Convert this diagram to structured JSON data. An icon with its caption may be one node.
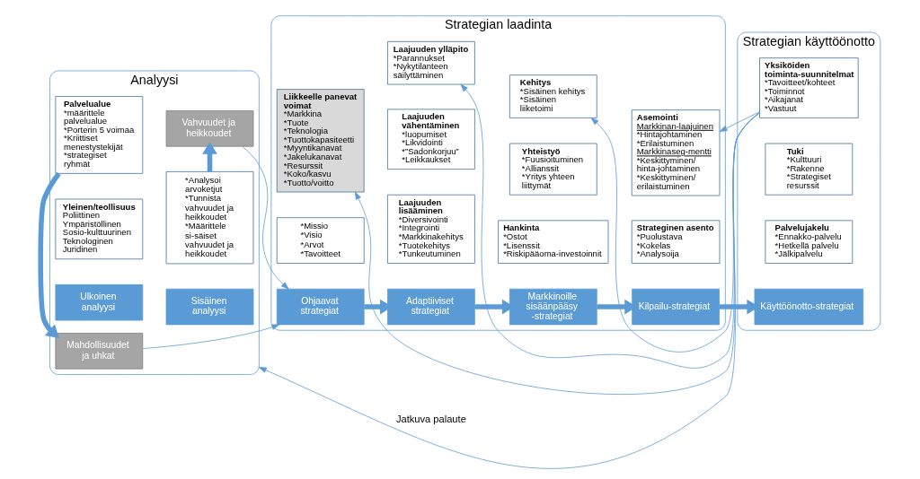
{
  "diagram": {
    "nodes": [
      {
        "text": [
          "Analyysi"
        ]
      },
      {
        "text": [
          "Ulkoinen analyysi"
        ],
        "in": 0
      },
      {
        "text": [
          "Yleinen/teollisuus",
          "Poliittinen",
          "Ympäristöllinen",
          "Sosio-kulttuurinen",
          "Teknologinen",
          "Juridinen"
        ],
        "in": 0
      },
      {
        "text": [
          "Palvelualue",
          "*määrittele palvelualue",
          "*Porterin 5 voimaa",
          "*Kriittiset menestystekijät",
          "*strategiset ryhmät"
        ],
        "in": 0
      },
      {
        "text": [
          "Sisäinen analyysi"
        ],
        "in": 0
      },
      {
        "text": [
          "*Analysoi arvoketjut",
          "*Tunnista vahvuudet ja heikkoudet",
          "*Määrittele si-säiset vahvuudet ja heikkoudet"
        ],
        "in": 0
      },
      {
        "text": [
          "Mahdollisuudet ja uhkat"
        ],
        "in": 0
      },
      {
        "text": [
          "Vahvuudet ja heikkoudet"
        ],
        "in": 0
      },
      {
        "text": [
          "Strategian laadinta"
        ]
      },
      {
        "text": [
          "Ohjaavat strategiat"
        ],
        "in": 8
      },
      {
        "text": [
          "*Missio",
          "*Visio",
          "*Arvot",
          "*Tavoitteet"
        ],
        "in": 8
      },
      {
        "text": [
          "Liikkeelle panevat voimat",
          "*Markkina",
          "*Tuote",
          "*Teknologia",
          "*Tuottokapasiteetti",
          "*Myyntikanavat",
          "*Jakelukanavat",
          "*Resurssit",
          "*Koko/kasvu",
          "*Tuotto/voitto"
        ],
        "in": 8
      },
      {
        "text": [
          "Adaptiiviset strategiat"
        ],
        "in": 8
      },
      {
        "text": [
          "Laajuuden lisääminen",
          "*Diversivointi",
          "*Integrointi",
          "*Markkinakehitys",
          "*Tuotekehitys",
          "*Tunkeutuminen"
        ],
        "in": 8
      },
      {
        "text": [
          "Laajuuden vähentäminen",
          "*luopumiset",
          "*Likvidointi",
          "*”Sadonkorjuu”",
          "*Leikkaukset"
        ],
        "in": 8
      },
      {
        "text": [
          "Laajuuden ylläpito",
          "*Parannukset",
          "*Nykytilanteen säilyttäminen"
        ],
        "in": 8
      },
      {
        "text": [
          "Markkinoille sisäänpääsy -strategiat"
        ],
        "in": 8
      },
      {
        "text": [
          "Hankinta",
          "*Ostot",
          "*Lisenssit",
          "*Riskipääoma-investoinnit"
        ],
        "in": 8
      },
      {
        "text": [
          "Yhteistyö",
          "*Fuusioituminen",
          "*Allianssit",
          "*Yritys yhteen liittymät"
        ],
        "in": 8
      },
      {
        "text": [
          "Kehitys",
          "*Sisäinen kehitys",
          "*Sisäinen liiketoimi"
        ],
        "in": 8
      },
      {
        "text": [
          "Kilpailu-strategiat"
        ],
        "in": 8
      },
      {
        "text": [
          "Strateginen asento",
          "*Puolustava",
          "*Kokelas",
          "*Analysoija"
        ],
        "in": 8
      },
      {
        "text": [
          "Asemointi",
          "Markkinan-laajuinen",
          "*Hintajohtaminen",
          "*Erilaistuminen",
          "Markkinaseg-mentti",
          "*Keskittyminen/ hinta-johtaminen",
          "*Keskittyminen/ erilaistuminen"
        ],
        "in": 8
      },
      {
        "text": [
          "Strategian käyttöönotto"
        ]
      },
      {
        "text": [
          "Käyttöönotto-strategiat"
        ],
        "in": 23
      },
      {
        "text": [
          "Palvelujakelu",
          "*Ennakko-palvelu",
          "*Hetkellä palvelu",
          "*Jälkipalvelu"
        ],
        "in": 23
      },
      {
        "text": [
          "Tuki",
          "*Kulttuuri",
          "*Rakenne",
          "*Strategiset resurssit"
        ],
        "in": 23
      },
      {
        "text": [
          "Yksiköiden toiminta-suunnitelmat",
          "*Tavoitteet/kohteet",
          "*Toiminnot",
          "*Aikajanat",
          "*Vastuut"
        ],
        "in": 23
      }
    ],
    "edges": [
      {
        "from": 3,
        "to": 6,
        "arrow": "to",
        "style": "thick"
      },
      {
        "from": 5,
        "to": 7,
        "arrow": "to",
        "style": "thick"
      },
      {
        "from": 6,
        "to": 9,
        "arrow": "to"
      },
      {
        "from": 7,
        "to": 9,
        "arrow": "to"
      },
      {
        "from": 9,
        "to": 12,
        "arrow": "to",
        "style": "thick"
      },
      {
        "from": 12,
        "to": 16,
        "arrow": "to",
        "style": "thick"
      },
      {
        "from": 16,
        "to": 20,
        "arrow": "to",
        "style": "thick"
      },
      {
        "from": 20,
        "to": 24,
        "arrow": "to",
        "style": "thick"
      },
      {
        "from": 27,
        "to": 22,
        "arrow": "to"
      },
      {
        "from": 27,
        "to": 19,
        "arrow": "to"
      },
      {
        "from": 27,
        "to": 15,
        "arrow": "to"
      },
      {
        "from": 27,
        "to": 11,
        "arrow": "to"
      },
      {
        "from": 27,
        "to": 0,
        "arrow": "to",
        "label": "Jatkuva palaute"
      }
    ]
  }
}
